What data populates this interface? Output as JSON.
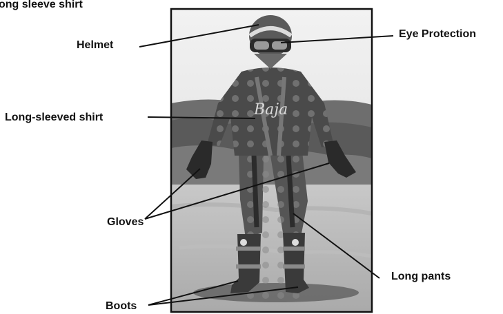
{
  "caption": "ong sleeve shirt",
  "labels": {
    "helmet": "Helmet",
    "eye_protection": "Eye Protection",
    "shirt": "Long-sleeved shirt",
    "gloves": "Gloves",
    "pants": "Long pants",
    "boots": "Boots"
  },
  "photo": {
    "subject": "motocross rider in full protective gear",
    "jersey_text": "Baja"
  }
}
